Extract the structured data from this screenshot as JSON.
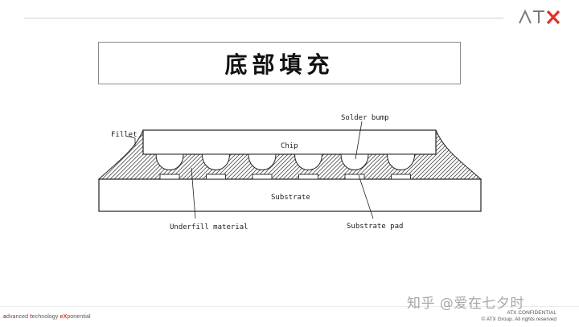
{
  "logo": {
    "text": "ATX",
    "icon": "atx-logo",
    "accent_color": "#e0312b",
    "text_color": "#7a7a7a"
  },
  "title": "底部填充",
  "diagram": {
    "labels": {
      "fillet": "Fillet",
      "chip": "Chip",
      "solder_bump": "Solder bump",
      "substrate": "Substrate",
      "underfill": "Underfill material",
      "substrate_pad": "Substrate pad"
    },
    "bump_count": 6
  },
  "footer": {
    "tagline": [
      {
        "t": "a",
        "accent": true
      },
      {
        "t": "dvanced ",
        "accent": false
      },
      {
        "t": "t",
        "accent": true
      },
      {
        "t": "echnology ",
        "accent": false
      },
      {
        "t": "e",
        "accent": true
      },
      {
        "t": "X",
        "accentX": true
      },
      {
        "t": "ponential",
        "accent": false
      }
    ],
    "watermark": "知乎 @爱在七夕时",
    "confidential": "ATX CONFIDENTIAL",
    "copyright": "© ATX Group. All rights reserved"
  },
  "colors": {
    "accent": "#e0312b",
    "line": "#222222",
    "hatch": "#555555"
  }
}
